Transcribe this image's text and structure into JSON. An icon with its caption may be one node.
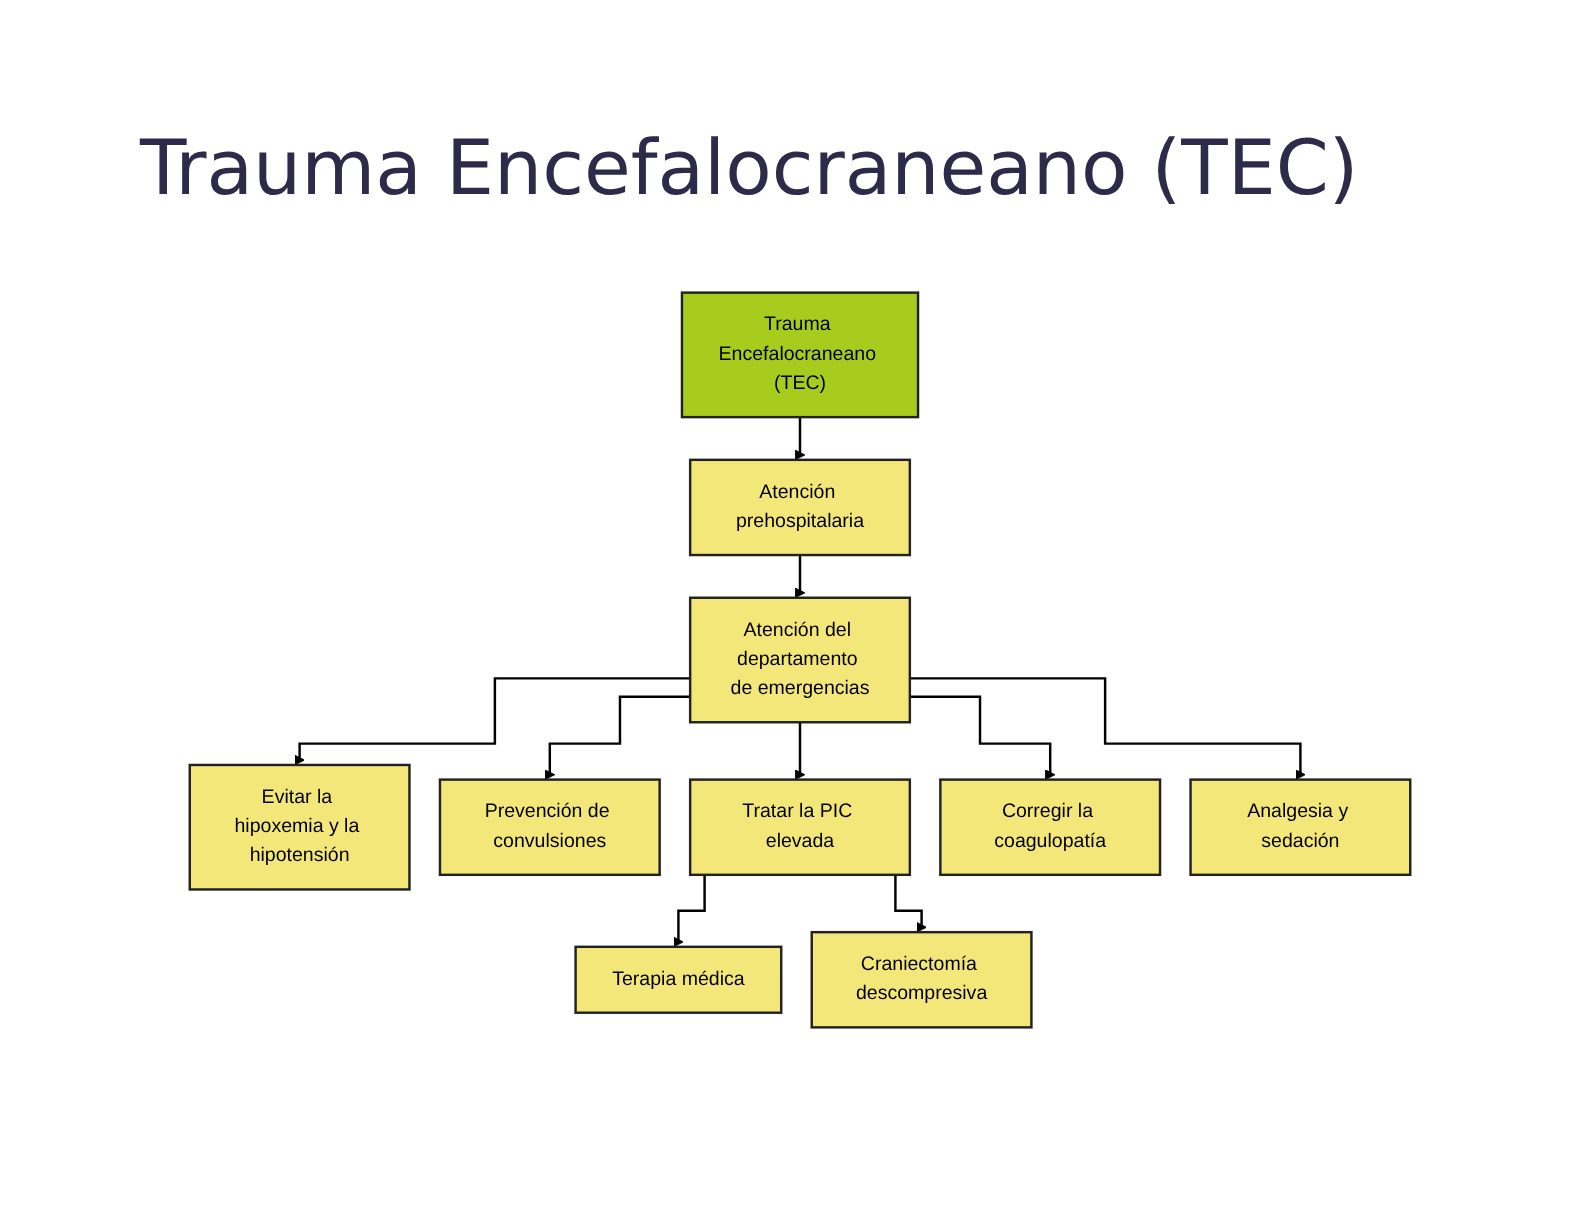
{
  "diagram": {
    "title": "Trauma Encefalocraneano (TEC)",
    "nodes": [
      {
        "text": [
          "Trauma Encefalocraneano (TEC)"
        ]
      },
      {
        "text": [
          "Atención prehospitalaria"
        ]
      },
      {
        "text": [
          "Atención del departamento de emergencias"
        ]
      },
      {
        "text": [
          "Evitar la hipoxemia y la hipotensión"
        ]
      },
      {
        "text": [
          "Prevención de convulsiones"
        ]
      },
      {
        "text": [
          "Tratar la PIC elevada"
        ]
      },
      {
        "text": [
          "Corregir la coagulopatía"
        ]
      },
      {
        "text": [
          "Analgesia y sedación"
        ]
      },
      {
        "text": [
          "Terapia médica"
        ]
      },
      {
        "text": [
          "Craniectomía descompresiva"
        ]
      }
    ],
    "edges": [
      {
        "from": 0,
        "to": 1,
        "arrow": "to"
      },
      {
        "from": 1,
        "to": 2,
        "arrow": "to"
      },
      {
        "from": 2,
        "to": 3,
        "arrow": "to"
      },
      {
        "from": 2,
        "to": 4,
        "arrow": "to"
      },
      {
        "from": 2,
        "to": 5,
        "arrow": "to"
      },
      {
        "from": 2,
        "to": 6,
        "arrow": "to"
      },
      {
        "from": 2,
        "to": 7,
        "arrow": "to"
      },
      {
        "from": 5,
        "to": 8,
        "arrow": "to"
      },
      {
        "from": 5,
        "to": 9,
        "arrow": "to"
      }
    ]
  }
}
